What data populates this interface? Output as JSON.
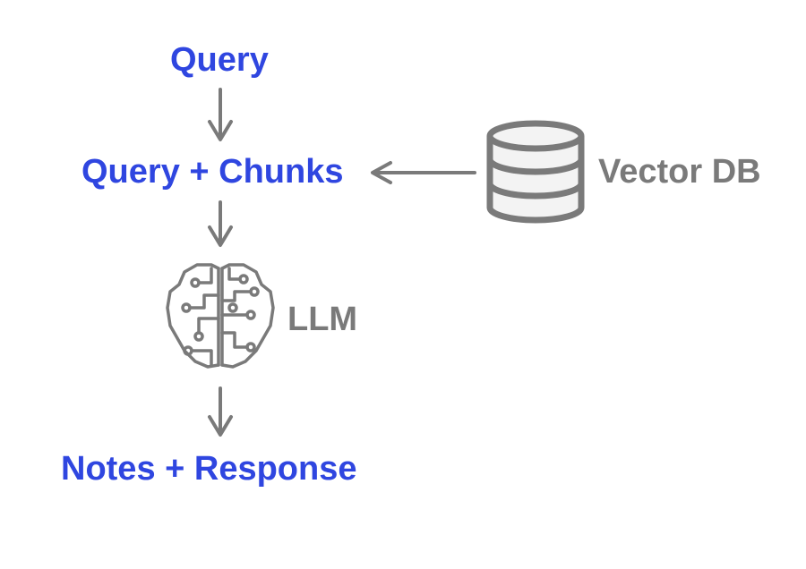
{
  "nodes": {
    "query": "Query",
    "query_chunks": "Query + Chunks",
    "vector_db": "Vector DB",
    "llm": "LLM",
    "notes_response": "Notes + Response"
  },
  "colors": {
    "accent_blue": "#2f46e0",
    "gray": "#7a7a7a",
    "db_fill": "#f3f3f3"
  },
  "icons": {
    "database": "database-icon",
    "brain": "brain-circuit-icon"
  }
}
